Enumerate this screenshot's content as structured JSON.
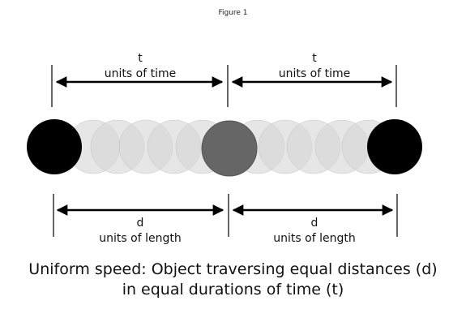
{
  "figure_label": "Figure 1",
  "top": {
    "left": {
      "symbol": "t",
      "label": "units of time"
    },
    "right": {
      "symbol": "t",
      "label": "units of time"
    }
  },
  "bottom": {
    "left": {
      "symbol": "d",
      "label": "units of length"
    },
    "right": {
      "symbol": "d",
      "label": "units of length"
    }
  },
  "caption": {
    "line1": "Uniform speed: Object traversing equal distances (d)",
    "line2": "in equal durations of time (t)"
  },
  "colors": {
    "start_ball": "#000000",
    "middle_ball": "#666666",
    "end_ball": "#000000",
    "ghost_ball": "#d6d6d6",
    "line": "#000000"
  }
}
